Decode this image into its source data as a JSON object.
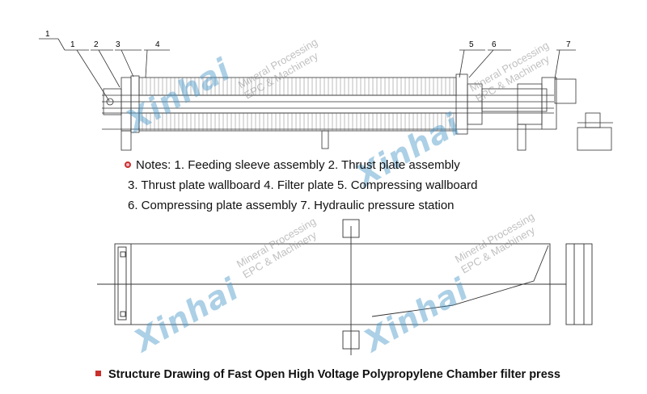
{
  "diagram": {
    "part_numbers": [
      "1",
      "1",
      "2",
      "3",
      "4",
      "5",
      "6",
      "7"
    ],
    "notes_lines": [
      "Notes: 1. Feeding sleeve assembly 2. Thrust plate assembly",
      "3. Thrust plate wallboard 4. Filter plate 5. Compressing wallboard",
      "6. Compressing plate assembly 7. Hydraulic pressure station"
    ],
    "caption": "Structure Drawing of Fast Open High Voltage Polypropylene Chamber filter press"
  },
  "watermark": {
    "brand": "Xinhai",
    "line1": "Mineral Processing",
    "line2": "EPC & Machinery"
  },
  "colors": {
    "accent_red": "#c9302c",
    "watermark_blue": "#4696c8",
    "line": "#333333"
  },
  "icons": {
    "notes_bullet": "circle-bullet-icon",
    "caption_bullet": "square-bullet-icon"
  }
}
